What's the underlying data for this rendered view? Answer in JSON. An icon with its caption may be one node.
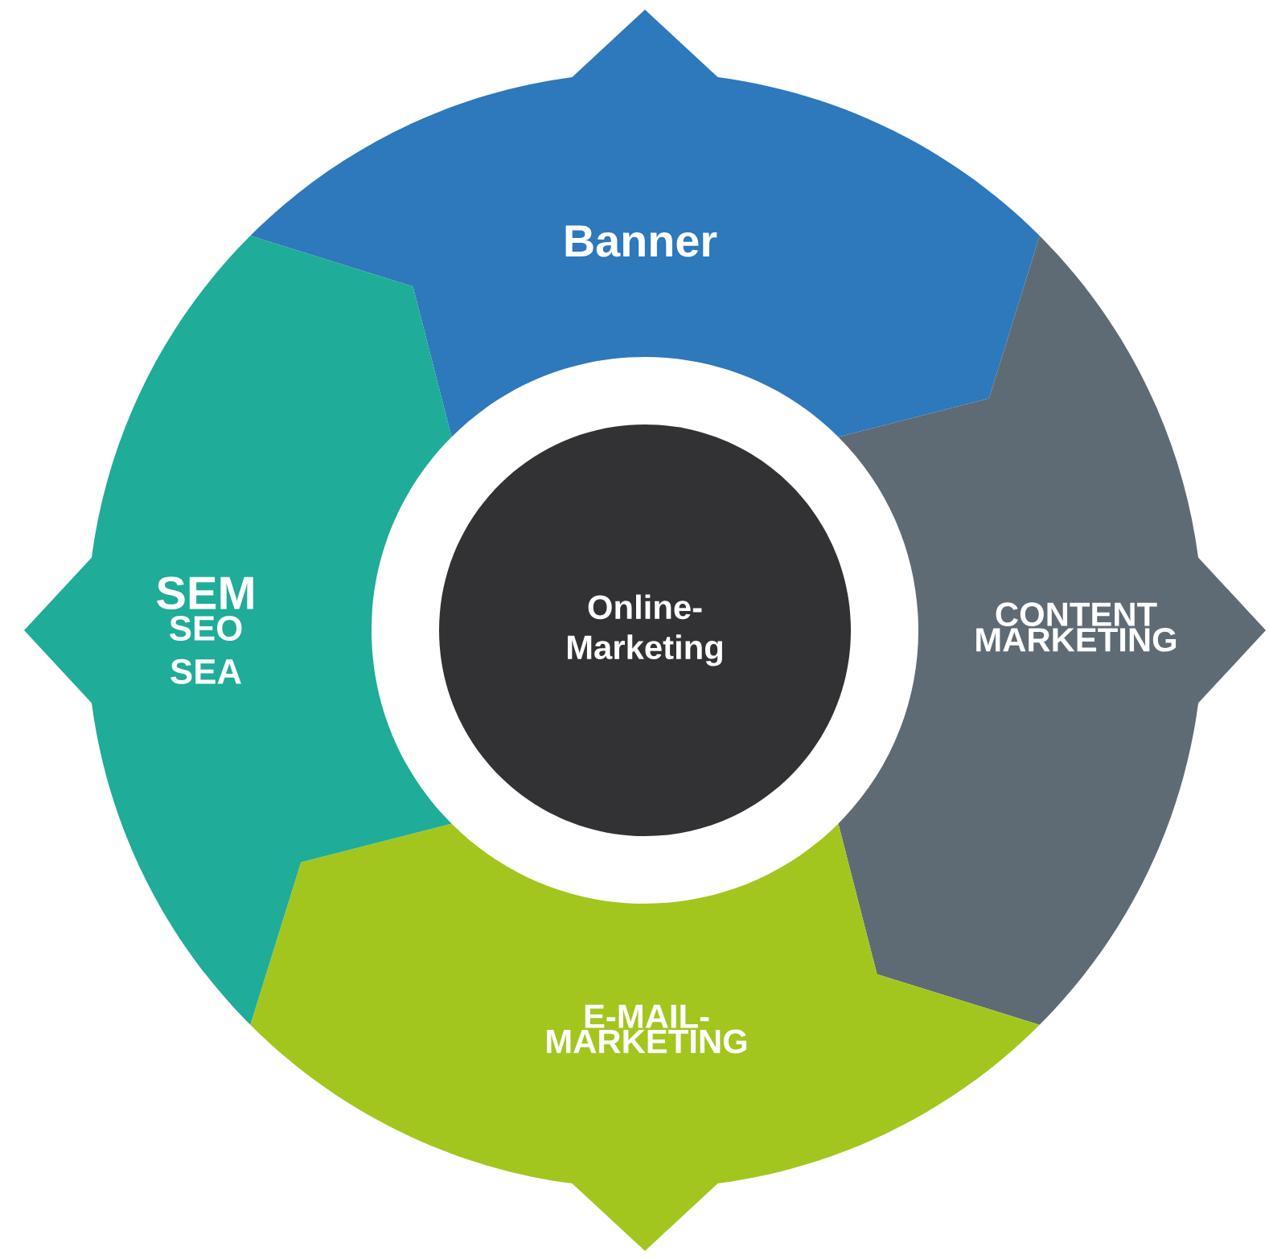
{
  "diagram": {
    "nodes": [
      {
        "text": [
          "Banner"
        ]
      },
      {
        "text": [
          "CONTENT MARKETING"
        ]
      },
      {
        "text": [
          "E-MAIL-MARKETING"
        ]
      },
      {
        "text": [
          "SEM",
          "SEO SEA"
        ]
      },
      {
        "text": [
          "Online-Marketing"
        ]
      }
    ]
  }
}
